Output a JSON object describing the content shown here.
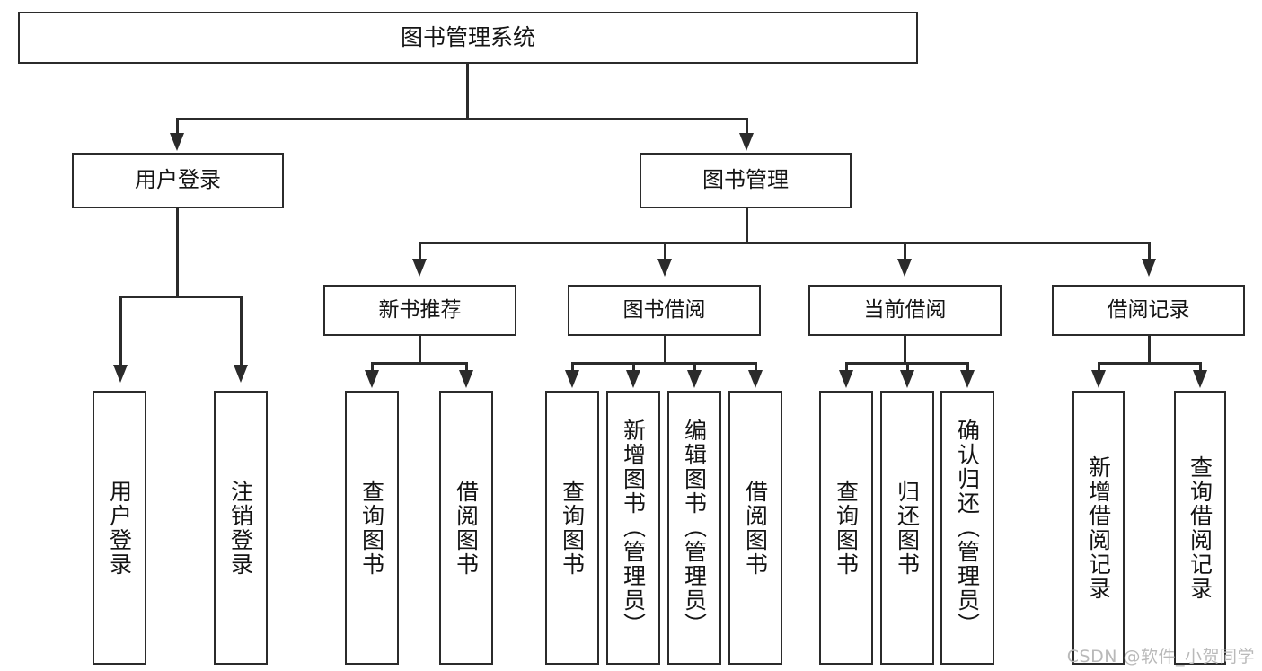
{
  "diagram": {
    "type": "tree-hierarchy",
    "title": "图书管理系统",
    "watermark": "CSDN @软件_小贺同学",
    "colors": {
      "stroke": "#2b2b2b",
      "fill": "#ffffff",
      "text": "#141414",
      "watermark": "#b9b9b9"
    },
    "levels": [
      {
        "level": 0,
        "orientation": "horizontal-text"
      },
      {
        "level": 1,
        "orientation": "horizontal-text"
      },
      {
        "level": 2,
        "orientation": "horizontal-text"
      },
      {
        "level": 3,
        "orientation": "vertical-text"
      }
    ],
    "nodes": {
      "root": {
        "label": "图书管理系统"
      },
      "user_login": {
        "label": "用户登录"
      },
      "book_manage": {
        "label": "图书管理"
      },
      "new_book_rec": {
        "label": "新书推荐"
      },
      "book_borrow": {
        "label": "图书借阅"
      },
      "current_borrow": {
        "label": "当前借阅"
      },
      "borrow_record": {
        "label": "借阅记录"
      },
      "leaf_user_login": {
        "label": "用户登录"
      },
      "leaf_logout": {
        "label": "注销登录"
      },
      "leaf_query_book_1": {
        "label": "查询图书"
      },
      "leaf_borrow_book_1": {
        "label": "借阅图书"
      },
      "leaf_query_book_2": {
        "label": "查询图书"
      },
      "leaf_add_book": {
        "label": "新增图书（管理员）"
      },
      "leaf_edit_book": {
        "label": "编辑图书（管理员）"
      },
      "leaf_borrow_book_2": {
        "label": "借阅图书"
      },
      "leaf_query_book_3": {
        "label": "查询图书"
      },
      "leaf_return_book": {
        "label": "归还图书"
      },
      "leaf_confirm_return": {
        "label": "确认归还（管理员）"
      },
      "leaf_add_record": {
        "label": "新增借阅记录"
      },
      "leaf_query_record": {
        "label": "查询借阅记录"
      }
    },
    "edges": [
      {
        "from": "root",
        "to": "user_login"
      },
      {
        "from": "root",
        "to": "book_manage"
      },
      {
        "from": "user_login",
        "to": "leaf_user_login"
      },
      {
        "from": "user_login",
        "to": "leaf_logout"
      },
      {
        "from": "book_manage",
        "to": "new_book_rec"
      },
      {
        "from": "book_manage",
        "to": "book_borrow"
      },
      {
        "from": "book_manage",
        "to": "current_borrow"
      },
      {
        "from": "book_manage",
        "to": "borrow_record"
      },
      {
        "from": "new_book_rec",
        "to": "leaf_query_book_1"
      },
      {
        "from": "new_book_rec",
        "to": "leaf_borrow_book_1"
      },
      {
        "from": "book_borrow",
        "to": "leaf_query_book_2"
      },
      {
        "from": "book_borrow",
        "to": "leaf_add_book"
      },
      {
        "from": "book_borrow",
        "to": "leaf_edit_book"
      },
      {
        "from": "book_borrow",
        "to": "leaf_borrow_book_2"
      },
      {
        "from": "current_borrow",
        "to": "leaf_query_book_3"
      },
      {
        "from": "current_borrow",
        "to": "leaf_return_book"
      },
      {
        "from": "current_borrow",
        "to": "leaf_confirm_return"
      },
      {
        "from": "borrow_record",
        "to": "leaf_add_record"
      },
      {
        "from": "borrow_record",
        "to": "leaf_query_record"
      }
    ]
  }
}
